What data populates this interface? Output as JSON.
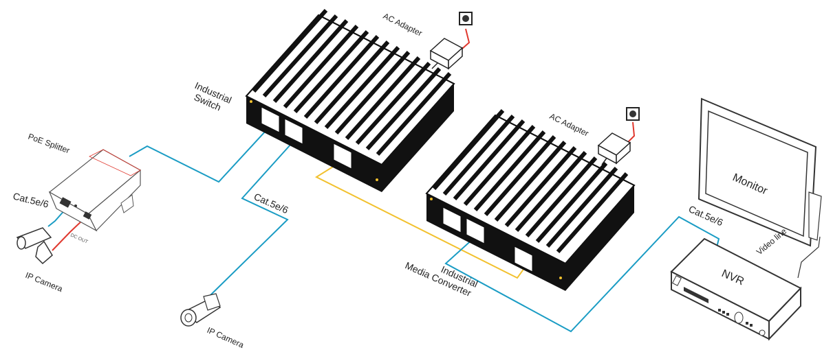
{
  "colors": {
    "ethernet_cable": "#1a9cc4",
    "power_cable": "#e0382e",
    "fiber_cable": "#f2c12e",
    "device_body": "#111111",
    "outline": "#222222"
  },
  "labels": {
    "industrial_switch": [
      "Industrial",
      "Switch"
    ],
    "ac_adapter_1": "AC Adapter",
    "ac_adapter_2": "AC Adapter",
    "poe_splitter": "PoE Splitter",
    "cat_left": "Cat.5e/6",
    "cat_middle": "Cat.5e/6",
    "cat_right": "Cat.5e/6",
    "dc_out": "DC OUT",
    "ip_camera_1": "IP Camera",
    "ip_camera_2": "IP Camera",
    "media_converter": [
      "Industrial",
      "Media Converter"
    ],
    "monitor": "Monitor",
    "nvr": "NVR",
    "video_line": "Video line"
  },
  "icons": [
    "switch-icon",
    "media-converter-icon",
    "ac-adapter-icon",
    "wall-outlet-icon",
    "poe-splitter-icon",
    "ip-camera-icon",
    "monitor-icon",
    "nvr-icon"
  ]
}
